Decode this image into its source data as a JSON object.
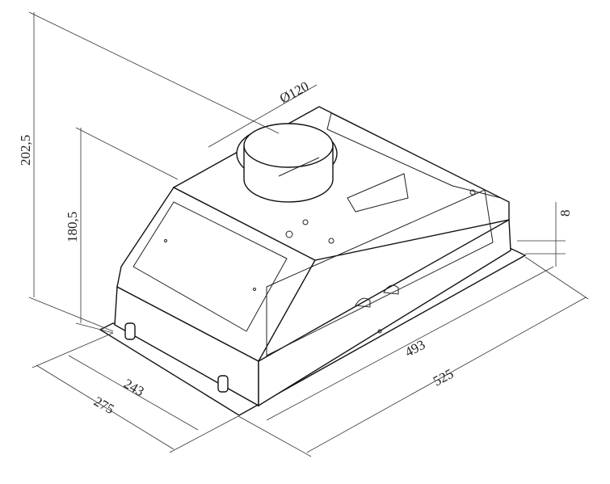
{
  "drawing": {
    "title": "Built-in cooker hood dimensions",
    "dimensions": {
      "duct_diameter": "Ø120",
      "total_height": "202,5",
      "body_height": "180,5",
      "flange_thickness": "8",
      "body_length": "493",
      "overall_length": "525",
      "body_depth": "243",
      "overall_depth": "275"
    }
  }
}
